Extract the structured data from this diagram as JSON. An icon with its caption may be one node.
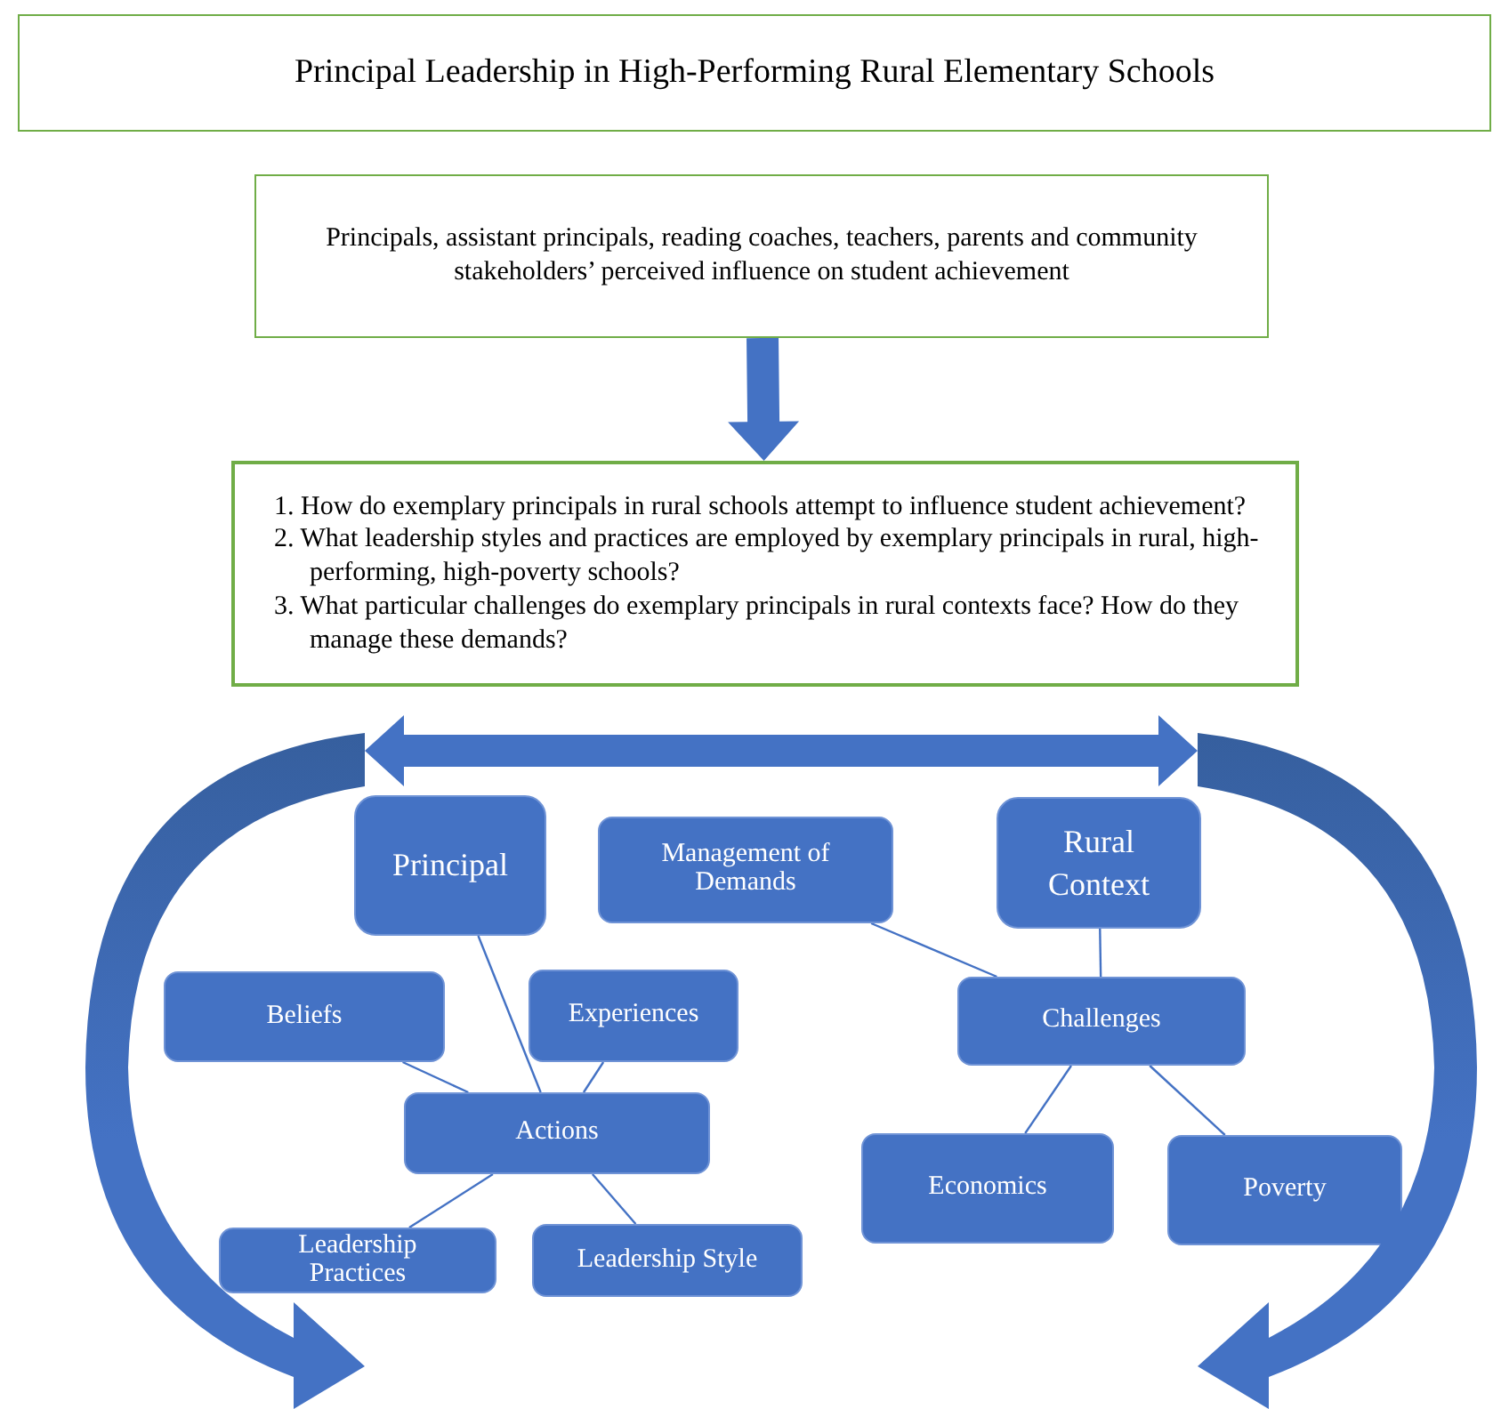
{
  "diagram": {
    "nodes": [
      {
        "text": [
          "Principal Leadership in High-Performing Rural Elementary Schools"
        ]
      },
      {
        "text": [
          "Principals, assistant principals, reading coaches, teachers, parents and community stakeholders’ perceived influence on student achievement"
        ]
      },
      {
        "text": [
          "1. How do exemplary principals in rural schools attempt to influence student achievement?",
          "2. What leadership styles and practices are employed by exemplary principals in rural, high-performing, high-poverty schools?",
          "3. What particular challenges do exemplary principals in rural contexts face? How do they manage these demands?"
        ]
      },
      {
        "text": [
          "Principal"
        ]
      },
      {
        "text": [
          "Management of Demands"
        ]
      },
      {
        "text": [
          "Rural Context"
        ]
      },
      {
        "text": [
          "Beliefs"
        ]
      },
      {
        "text": [
          "Experiences"
        ]
      },
      {
        "text": [
          "Challenges"
        ]
      },
      {
        "text": [
          "Actions"
        ]
      },
      {
        "text": [
          "Economics"
        ]
      },
      {
        "text": [
          "Poverty"
        ]
      },
      {
        "text": [
          "Leadership Practices"
        ]
      },
      {
        "text": [
          "Leadership Style"
        ]
      },
      {
        "text": [],
        "shape": "arrow"
      },
      {
        "text": [],
        "shape": "arrow"
      }
    ],
    "edges": [
      {
        "from": 1,
        "to": 2,
        "arrow": "to",
        "style": "thick"
      },
      {
        "from": 14,
        "to": 15,
        "arrow": "both",
        "style": "thick"
      },
      {
        "from": 3,
        "to": 9,
        "arrow": "none"
      },
      {
        "from": 6,
        "to": 9,
        "arrow": "none"
      },
      {
        "from": 7,
        "to": 9,
        "arrow": "none"
      },
      {
        "from": 9,
        "to": 12,
        "arrow": "none"
      },
      {
        "from": 9,
        "to": 13,
        "arrow": "none"
      },
      {
        "from": 4,
        "to": 8,
        "arrow": "none"
      },
      {
        "from": 5,
        "to": 8,
        "arrow": "none"
      },
      {
        "from": 8,
        "to": 10,
        "arrow": "none"
      },
      {
        "from": 8,
        "to": 11,
        "arrow": "none"
      }
    ]
  }
}
